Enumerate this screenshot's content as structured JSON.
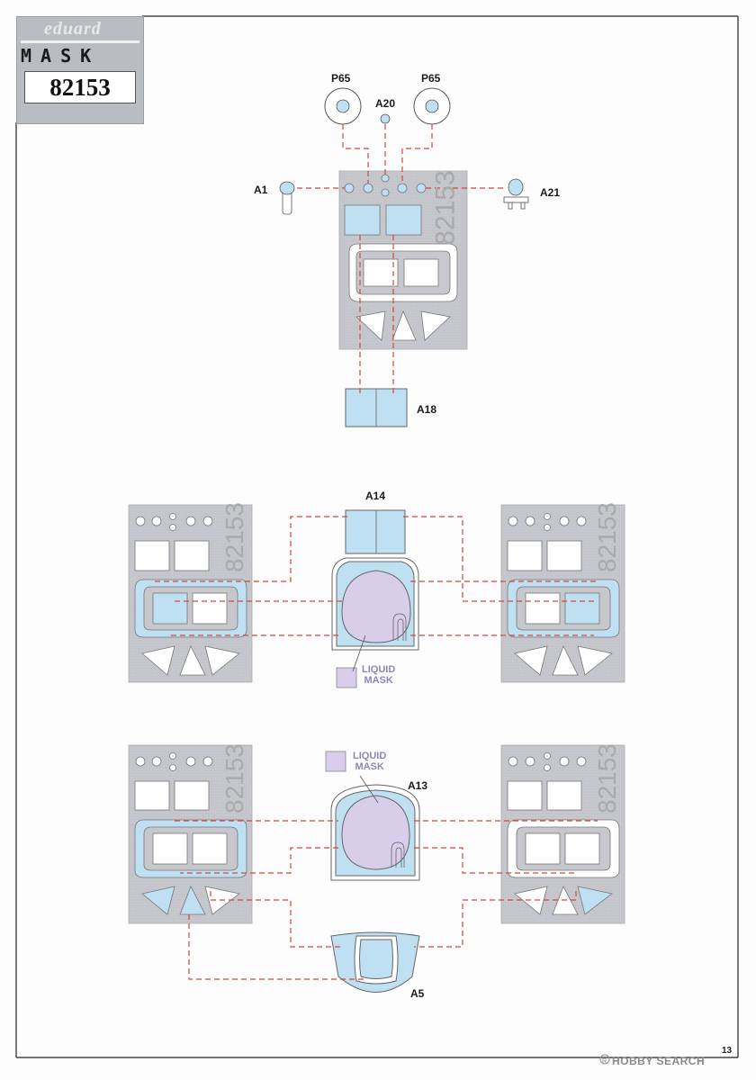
{
  "logo": {
    "brand": "eduard",
    "product": "MASK",
    "code": "82153"
  },
  "parts": {
    "p65_left": "P65",
    "p65_right": "P65",
    "a20": "A20",
    "a1": "A1",
    "a21": "A21",
    "a18": "A18",
    "a14": "A14",
    "a13": "A13",
    "a5": "A5"
  },
  "liquid_mask_1": {
    "line1": "LIQUID",
    "line2": "MASK"
  },
  "liquid_mask_2": {
    "line1": "LIQUID",
    "line2": "MASK"
  },
  "sheet_code": "82153",
  "page_number": "13",
  "watermark": "HOBBY SEARCH",
  "colors": {
    "mask_blue": "#bfe0f2",
    "liquid_purple": "#d8cdea",
    "sheet_gray": "#c7c9ce",
    "guide_red": "#d9443a"
  }
}
